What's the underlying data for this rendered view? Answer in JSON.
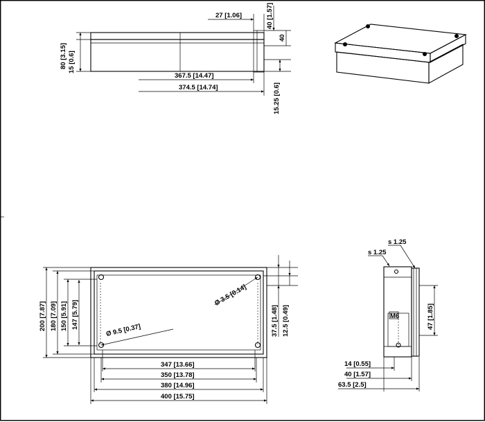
{
  "drawing": {
    "top_view": {
      "overall_depth": "27  [1.06]",
      "lid_height": "40  [1.57]",
      "total_height": "80  [3.15]",
      "lid_offset": "15  [0.6]",
      "outer_length": "367.5  [14.47]",
      "base_length": "374.5  [14.74]",
      "foot": "15.25  [0.6]"
    },
    "front_view": {
      "h200": "200  [7.87]",
      "h180": "180  [7.09]",
      "h150": "150  [5.91]",
      "h147": "147  [5.79]",
      "hole_large": "Ø 9.5  [0.37]",
      "hole_small": "Ø 3.5  [0.14]",
      "v375": "37.5  [1.48]",
      "v125": "12.5  [0.49]",
      "w347": "347  [13.66]",
      "w350": "350  [13.78]",
      "w380": "380  [14.96]",
      "w400": "400  [15.75]"
    },
    "side_view": {
      "s1": "s 1.25",
      "s2": "s 1.25",
      "thread": "M6",
      "h47": "47  [1.85]",
      "d14": "14  [0.55]",
      "d40": "40  [1.57]",
      "d635": "63.5  [2.5]"
    }
  }
}
